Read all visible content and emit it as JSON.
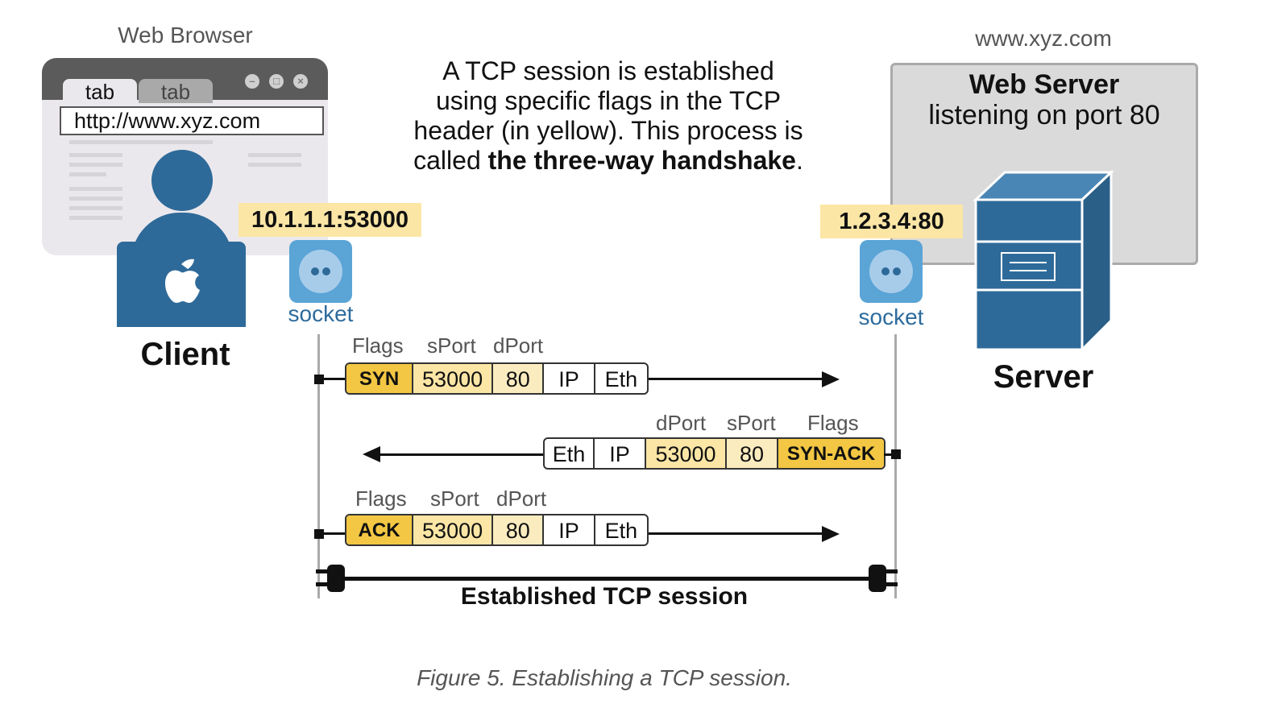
{
  "client": {
    "caption": "Web Browser",
    "tabs": [
      "tab",
      "tab"
    ],
    "url": "http://www.xyz.com",
    "label": "Client",
    "address": "10.1.1.1:53000",
    "socket_label": "socket"
  },
  "server": {
    "caption": "www.xyz.com",
    "title": "Web Server",
    "subtitle": "listening on port 80",
    "label": "Server",
    "address": "1.2.3.4:80",
    "socket_label": "socket"
  },
  "description": {
    "line1": "A TCP session is established",
    "line2": "using specific flags in the TCP",
    "line3": "header (in yellow). This process is",
    "line4_prefix": "called ",
    "line4_bold": "the three-way handshake",
    "line4_suffix": "."
  },
  "packets": [
    {
      "headers": [
        "Flags",
        "sPort",
        "dPort"
      ],
      "fields": [
        "SYN",
        "53000",
        "80",
        "IP",
        "Eth"
      ],
      "direction": "client-to-server"
    },
    {
      "headers": [
        "dPort",
        "sPort",
        "Flags"
      ],
      "fields": [
        "Eth",
        "IP",
        "53000",
        "80",
        "SYN-ACK"
      ],
      "direction": "server-to-client"
    },
    {
      "headers": [
        "Flags",
        "sPort",
        "dPort"
      ],
      "fields": [
        "ACK",
        "53000",
        "80",
        "IP",
        "Eth"
      ],
      "direction": "client-to-server"
    }
  ],
  "session_label": "Established TCP session",
  "figure_caption": "Figure 5. Establishing a TCP session.",
  "colors": {
    "accent_blue": "#2e6a99",
    "flag_yellow": "#f3c743",
    "port_yellow": "#fbe6a6",
    "socket_blue": "#5aa4d6"
  }
}
